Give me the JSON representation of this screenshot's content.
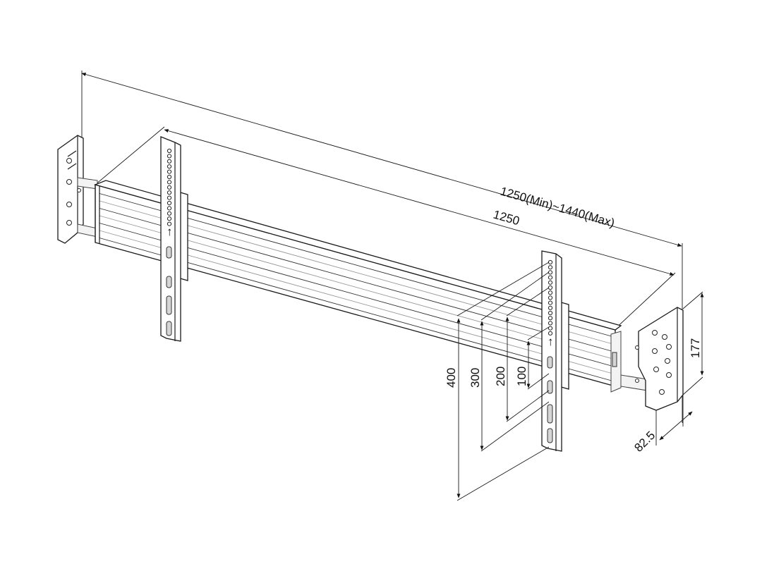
{
  "drawing": {
    "dimensions": {
      "overall_length": "1250(Min)~1440(Max)",
      "rail_length": "1250",
      "vertical_400": "400",
      "vertical_300": "300",
      "vertical_200": "200",
      "vertical_100": "100",
      "bracket_height": "177",
      "bracket_depth": "82.5"
    }
  }
}
